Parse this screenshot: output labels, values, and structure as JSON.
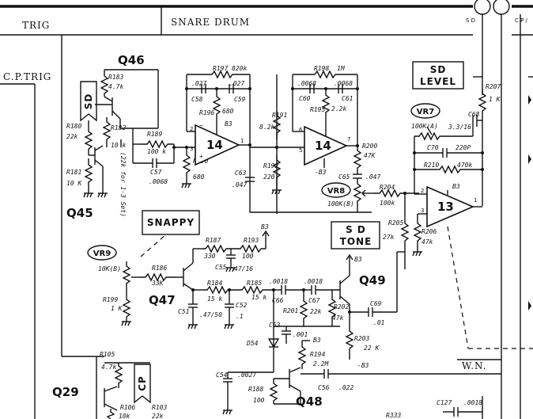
{
  "header": {
    "trig": "TRIG",
    "section": "SNARE DRUM",
    "sd_tab": "S D",
    "cp_tab": "C P /"
  },
  "labels": {
    "cp_trig": "C.P.TRIG",
    "wn": "W.N.",
    "snappy": "SNAPPY",
    "sd_level_1": "SD",
    "sd_level_2": "LEVEL",
    "sd_tone_1": "S D",
    "sd_tone_2": "TONE",
    "sd_flag": "SD",
    "cp_flag": "CP",
    "sd_note": "(22k for 1-3 Set)"
  },
  "transistors": {
    "q46": "Q46",
    "q45": "Q45",
    "q47": "Q47",
    "q49": "Q49",
    "q48": "Q48",
    "q29": "Q29"
  },
  "opamps": {
    "u1": "14",
    "u2": "14",
    "u3": "13"
  },
  "pots": {
    "vr7": "VR7",
    "vr7_val": "100K(A)",
    "vr8": "VR8",
    "vr8_val": "100K(B)",
    "vr9": "VR9",
    "vr9_val": "10K(B)"
  },
  "parts": {
    "r183": "R183",
    "r183v": "4.7k",
    "r180": "R180",
    "r180v": "22k",
    "r182": "R182",
    "r182v": "10 k",
    "r181": "R181",
    "r181v": "10 K",
    "r189": "R189",
    "r189v": "100 k",
    "c57": "C57",
    "c57v": ".0068",
    "r190": "R190",
    "r190v": "680",
    "r197": "R197 820k",
    "c58": "C58",
    "c58v": ".027",
    "c59": "C59",
    "c59v": ".027",
    "r196": "R196",
    "r196v": "680",
    "b3a": "B3",
    "c63": "C63",
    "c63v": ".047",
    "r191": "R191",
    "r191v": "8.2k",
    "r192": "R192",
    "r192v": "220",
    "r198": "R198",
    "r198v": "1M",
    "c60": "C60",
    "c60v": ".0068",
    "c61": "C61",
    "c61v": ".0068",
    "r195": "R195",
    "r195v": "2.2k",
    "mb3": "-B3",
    "r200": "R200",
    "r200v": "47K",
    "c65": "C65",
    "c65v": ".047",
    "r204": "R204",
    "r204v": "100k",
    "r207": "R207",
    "r207v": "1 K",
    "c68": "C68",
    "c68v": "3.3/16",
    "c70": "C70",
    "c70v": "220P",
    "r210": "R210",
    "r210v": "470k",
    "b3b": "B3",
    "r205": "R205",
    "r205v": "27k",
    "r206": "R206",
    "r206v": "47k",
    "r187": "R187",
    "r187v": "330",
    "r193": "R193",
    "r193v": "100",
    "b3c": "B3",
    "c55": "C55",
    "c55v": "47/16",
    "r186": "R186",
    "r186v": "33K",
    "r199": "R199",
    "r199v": "1 K",
    "r184": "R184",
    "r184v": "15 k",
    "r185": "R185",
    "r185v": "15 k",
    "c51": "C51",
    "c51v": ".47/50",
    "c52": "C52",
    "c52v": ".1",
    "c66": "C66",
    "c66v": ".0018",
    "c67": "C67",
    "c67v": ".0018",
    "r201": "R201",
    "r201v": "22k",
    "r202": "R202",
    "r202v": "47k",
    "b3d": "B3",
    "c69": "C69",
    "c69v": ".01",
    "c53": "C53",
    "c53v": ".001",
    "d54": "D54",
    "r194": "R194",
    "r194v": "2.2M",
    "b3e": "B3",
    "r203": "R203",
    "r203v": "22 K",
    "mb3b": "-B3",
    "c54": "C54",
    "c54v": ".0027",
    "r188": "R188",
    "r188v": "100",
    "c56": "C56",
    "c56v": ".022",
    "r105": "R105",
    "r105v": "4.7k",
    "r106": "R106",
    "r106v": "10k",
    "r103": "R103",
    "r103v": "22k",
    "r333": "R333",
    "c127": "C127",
    "c127v": ".0018"
  },
  "pins": {
    "p2a": "2",
    "p3a": "3",
    "p1a": "1",
    "p6": "6",
    "p5": "5",
    "p7": "7",
    "p2b": "2",
    "p3b": "3",
    "p1b": "1"
  }
}
